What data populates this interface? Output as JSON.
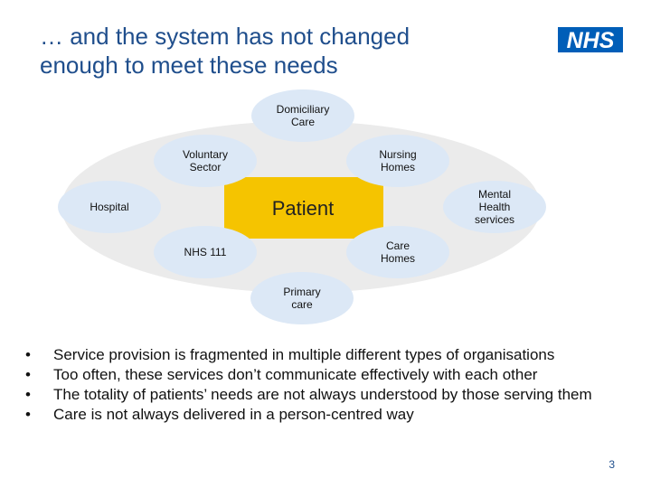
{
  "slide": {
    "title_line1": "… and the system has not changed",
    "title_line2": "enough to meet these needs",
    "page_number": "3"
  },
  "logo": {
    "text": "NHS",
    "color": "#005eb8"
  },
  "diagram": {
    "center": {
      "label": "Patient",
      "color": "#f5c400"
    },
    "ring_color": "#ebebeb",
    "node_fill": "#dce8f6",
    "nodes": [
      {
        "id": "domiciliary",
        "lines": [
          "Domiciliary",
          "Care"
        ]
      },
      {
        "id": "voluntary",
        "lines": [
          "Voluntary",
          "Sector"
        ]
      },
      {
        "id": "nursing",
        "lines": [
          "Nursing",
          "Homes"
        ]
      },
      {
        "id": "hospital",
        "lines": [
          "Hospital"
        ]
      },
      {
        "id": "mental-health",
        "lines": [
          "Mental",
          "Health",
          "services"
        ]
      },
      {
        "id": "nhs111",
        "lines": [
          "NHS 111"
        ]
      },
      {
        "id": "care-homes",
        "lines": [
          "Care",
          "Homes"
        ]
      },
      {
        "id": "primary",
        "lines": [
          "Primary",
          "care"
        ]
      }
    ]
  },
  "bullets": [
    "Service provision is fragmented in multiple different types of organisations",
    "Too often, these services don’t communicate effectively with each other",
    "The totality of patients’ needs are not always understood by those serving them",
    "Care is not always delivered in a person-centred way"
  ],
  "bullet_glyph": "•"
}
